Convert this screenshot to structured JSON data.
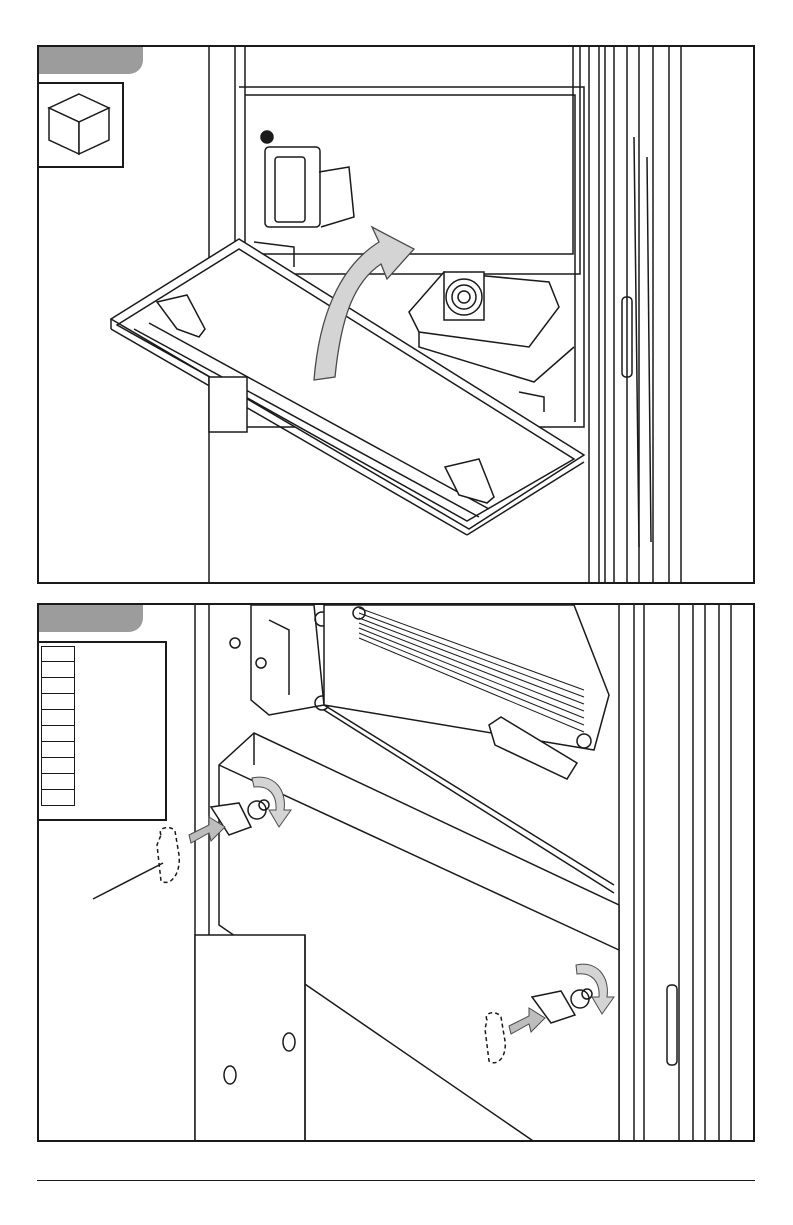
{
  "page": {
    "panels": [
      {
        "id": "panel-1",
        "step_label": "",
        "inset": "view-cube"
      },
      {
        "id": "panel-2",
        "step_label": "",
        "inset": "parts-list",
        "parts_rows": 10
      }
    ],
    "colors": {
      "line": "#1a1a1a",
      "step_tab": "#9c9c9c",
      "arrow_fill": "#d4d4d4",
      "arrow_stroke": "#4a4a4a"
    }
  }
}
